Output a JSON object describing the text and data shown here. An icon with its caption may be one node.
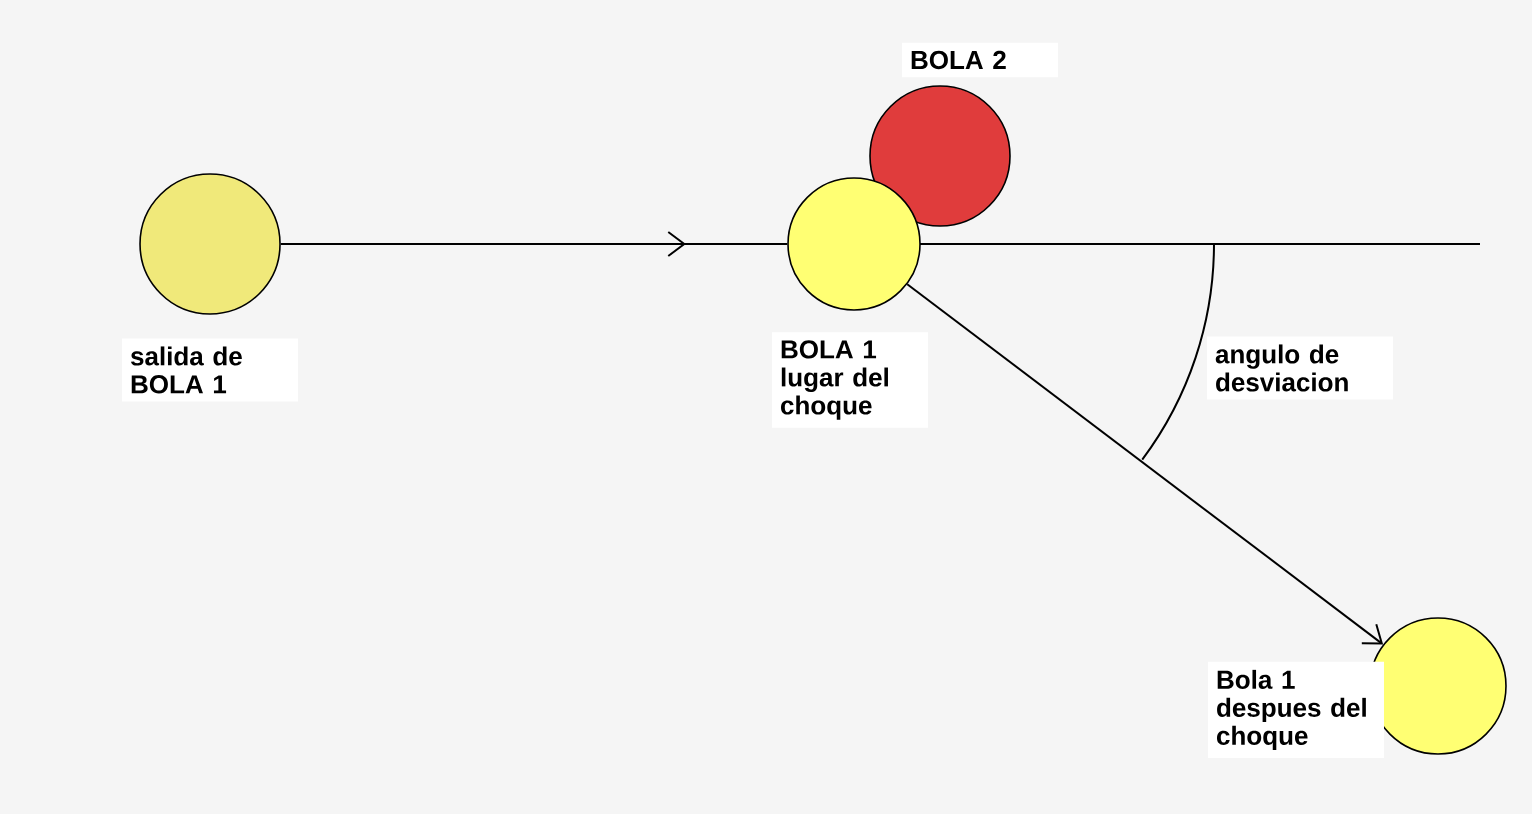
{
  "diagram": {
    "nodes": [
      {
        "text": [],
        "shape": "circle",
        "beside": [
          "salida de BOLA 1"
        ]
      },
      {
        "text": [],
        "shape": "circle",
        "beside": [
          "BOLA 2"
        ]
      },
      {
        "text": [],
        "shape": "circle",
        "beside": [
          "BOLA 1 lugar del choque"
        ]
      },
      {
        "text": [],
        "shape": "circle",
        "beside": [
          "Bola 1 despues del choque"
        ]
      }
    ],
    "edges": [
      {
        "from": 0,
        "to": 2,
        "arrow": "to"
      },
      {
        "from": 2,
        "to": 3,
        "arrow": "to"
      }
    ],
    "labels": [
      "angulo de desviacion"
    ]
  }
}
